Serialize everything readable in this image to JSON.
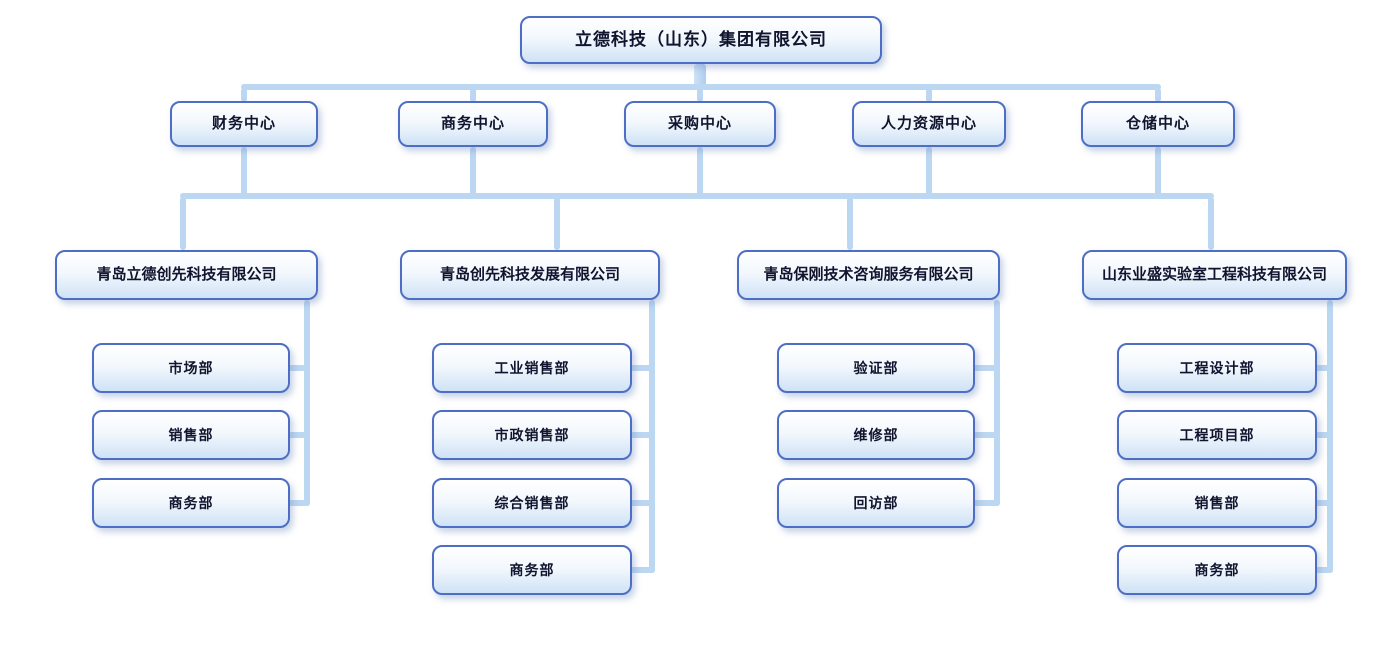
{
  "root": {
    "label": "立德科技（山东）集团有限公司"
  },
  "centers": [
    {
      "label": "财务中心"
    },
    {
      "label": "商务中心"
    },
    {
      "label": "采购中心"
    },
    {
      "label": "人力资源中心"
    },
    {
      "label": "仓储中心"
    }
  ],
  "subsidiaries": [
    {
      "label": "青岛立德创先科技有限公司",
      "departments": [
        {
          "label": "市场部"
        },
        {
          "label": "销售部"
        },
        {
          "label": "商务部"
        }
      ]
    },
    {
      "label": "青岛创先科技发展有限公司",
      "departments": [
        {
          "label": "工业销售部"
        },
        {
          "label": "市政销售部"
        },
        {
          "label": "综合销售部"
        },
        {
          "label": "商务部"
        }
      ]
    },
    {
      "label": "青岛保刚技术咨询服务有限公司",
      "departments": [
        {
          "label": "验证部"
        },
        {
          "label": "维修部"
        },
        {
          "label": "回访部"
        }
      ]
    },
    {
      "label": "山东业盛实验室工程科技有限公司",
      "departments": [
        {
          "label": "工程设计部"
        },
        {
          "label": "工程项目部"
        },
        {
          "label": "销售部"
        },
        {
          "label": "商务部"
        }
      ]
    }
  ],
  "colors": {
    "background": "#ffffff",
    "node_border": "#4e6ec5",
    "node_fill_bottom": "#cfe2f6",
    "connector": "#bcd7f2",
    "text": "#10142e"
  }
}
